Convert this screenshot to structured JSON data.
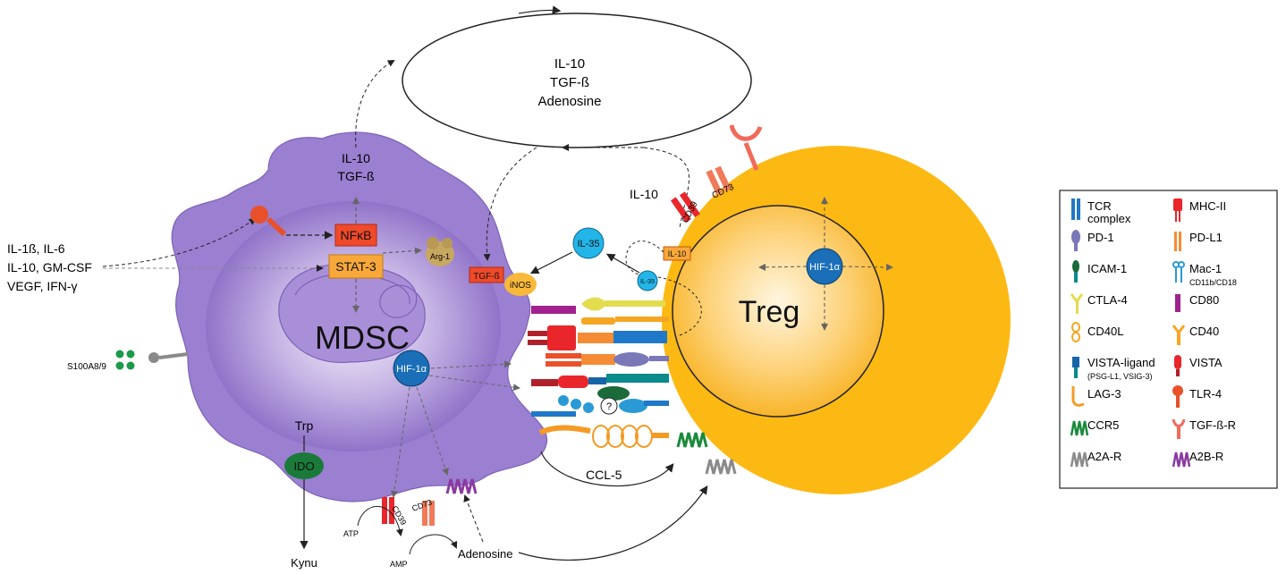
{
  "secreted": {
    "line1": "IL-10",
    "line2": "TGF-ß",
    "line3": "Adenosine"
  },
  "inputs": {
    "line1": "IL-1ß, IL-6",
    "line2": "IL-10, GM-CSF",
    "line3": "VEGF, IFN-γ"
  },
  "s100": "S100A8/9",
  "mdsc": {
    "label": "MDSC",
    "nfkb": "NFκB",
    "stat3": "STAT-3",
    "arg1": "Arg-1",
    "il10": "IL-10",
    "tgfb": "TGF-ß",
    "hif": "HIF-1α",
    "trp": "Trp",
    "ido": "IDO",
    "kynu": "Kynu",
    "tgfb_box": "TGF-ß",
    "inos": "iNOS",
    "cd39": "CD39",
    "cd73": "CD73",
    "atp": "ATP",
    "amp": "AMP",
    "adenosine": "Adenosine"
  },
  "treg": {
    "label": "Treg",
    "hif": "HIF-1α",
    "il35": "IL-35",
    "il35_small": "IL-35",
    "il10": "IL-10",
    "il10_box": "IL-10",
    "cd39": "CD39",
    "cd73": "CD73",
    "ccl5": "CCL-5",
    "question": "?"
  },
  "legend": [
    {
      "label": "TCR",
      "sub": "complex",
      "color": "#1f78c8",
      "icon": "tcr"
    },
    {
      "label": "MHC-II",
      "sub": "",
      "color": "#e8262b",
      "icon": "mhc"
    },
    {
      "label": "PD-1",
      "sub": "",
      "color": "#7b78b8",
      "icon": "pd1"
    },
    {
      "label": "PD-L1",
      "sub": "",
      "color": "#f58c35",
      "icon": "pdl1"
    },
    {
      "label": "ICAM-1",
      "sub": "",
      "color": "#0a8a8a",
      "icon": "icam"
    },
    {
      "label": "Mac-1",
      "sub": "CD11b/CD18",
      "color": "#2a9ad6",
      "icon": "mac"
    },
    {
      "label": "CTLA-4",
      "sub": "",
      "color": "#e3dc4f",
      "icon": "ctla"
    },
    {
      "label": "CD80",
      "sub": "",
      "color": "#a0228e",
      "icon": "cd80"
    },
    {
      "label": "CD40L",
      "sub": "",
      "color": "#f5a623",
      "icon": "cd40l"
    },
    {
      "label": "CD40",
      "sub": "",
      "color": "#f5a623",
      "icon": "cd40"
    },
    {
      "label": "VISTA-ligand",
      "sub": "(PSG-L1, VSIG-3)",
      "color": "#1565a8",
      "icon": "vistal"
    },
    {
      "label": "VISTA",
      "sub": "",
      "color": "#e8262b",
      "icon": "vista"
    },
    {
      "label": "LAG-3",
      "sub": "",
      "color": "#f59a23",
      "icon": "lag3"
    },
    {
      "label": "TLR-4",
      "sub": "",
      "color": "#e8512b",
      "icon": "tlr4"
    },
    {
      "label": "CCR5",
      "sub": "",
      "color": "#1a8a3a",
      "icon": "ccr5"
    },
    {
      "label": "TGF-ß-R",
      "sub": "",
      "color": "#f06a5a",
      "icon": "tgfbr"
    },
    {
      "label": "A2A-R",
      "sub": "",
      "color": "#8a8a8a",
      "icon": "a2a"
    },
    {
      "label": "A2B-R",
      "sub": "",
      "color": "#8a3aa0",
      "icon": "a2b"
    }
  ]
}
